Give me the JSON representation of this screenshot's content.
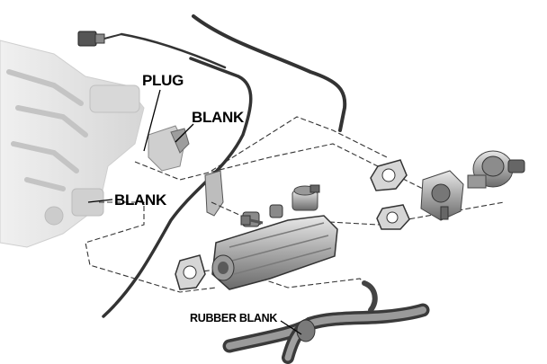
{
  "labels": {
    "plug": "PLUG",
    "blank_top": "BLANK",
    "blank_left": "BLANK",
    "rubber_blank": "RUBBER BLANK"
  },
  "colors": {
    "line": "#222222",
    "part_light": "#dcdcdc",
    "part_mid": "#a9a9a9",
    "part_dark": "#555555",
    "engine": "#e2e2e2"
  }
}
